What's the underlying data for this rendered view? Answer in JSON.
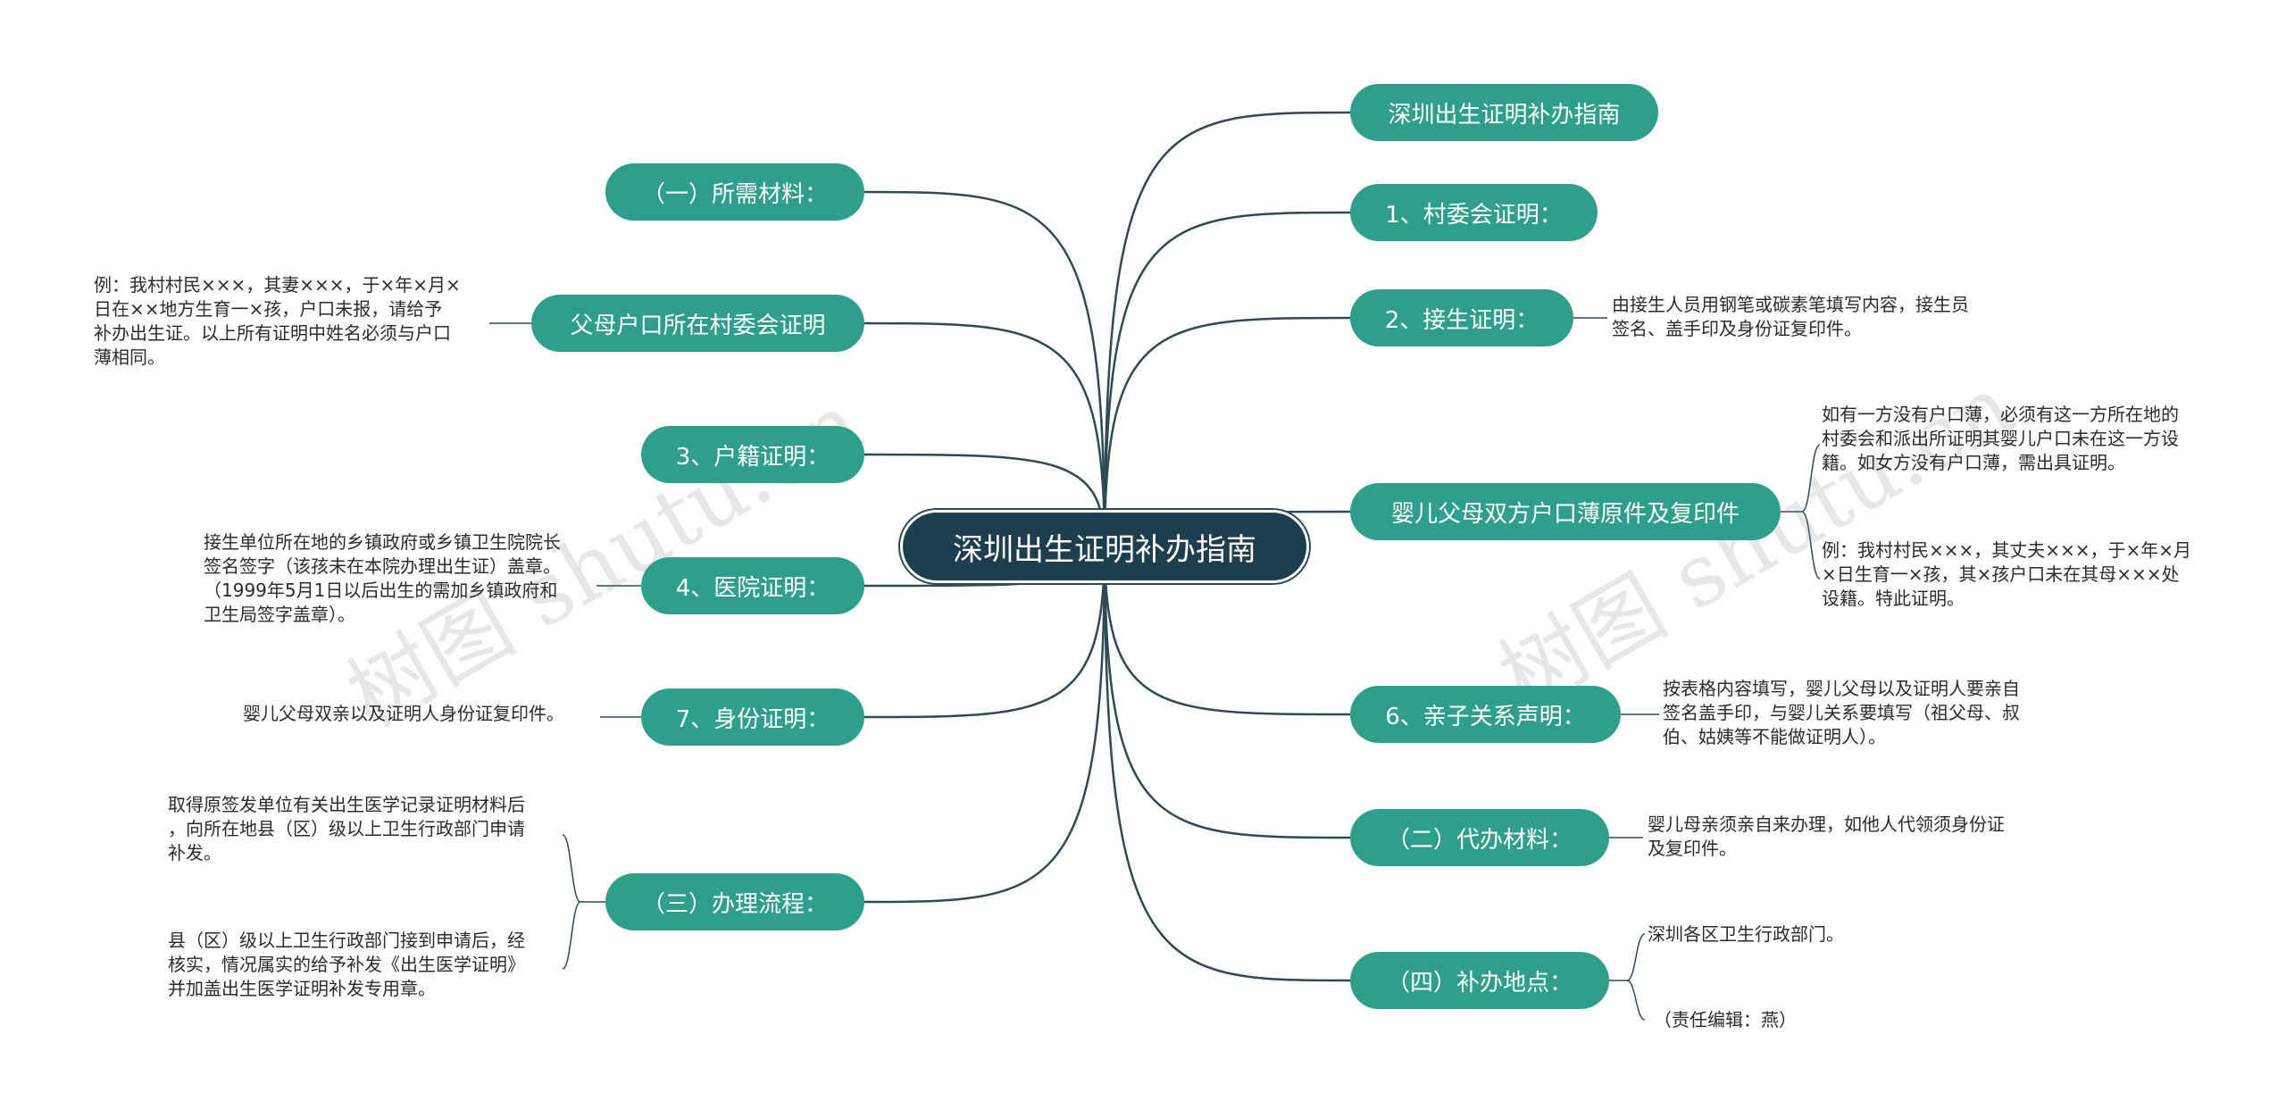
{
  "central": "深圳出生证明补办指南",
  "colors": {
    "root": "#1e3e4e",
    "topic": "#2f9e8c",
    "line": "#2e4a55"
  },
  "left": [
    {
      "label": "（一）所需材料："
    },
    {
      "label": "父母户口所在村委会证明",
      "note": "例：我村村民×××，其妻×××，于×年×月×\n日在××地方生育一×孩，户口未报，请给予\n补办出生证。以上所有证明中姓名必须与户口\n薄相同。"
    },
    {
      "label": "3、户籍证明："
    },
    {
      "label": "4、医院证明：",
      "note": "接生单位所在地的乡镇政府或乡镇卫生院院长\n签名签字（该孩未在本院办理出生证）盖章。\n（1999年5月1日以后出生的需加乡镇政府和\n卫生局签字盖章）。"
    },
    {
      "label": "7、身份证明：",
      "note": "婴儿父母双亲以及证明人身份证复印件。"
    },
    {
      "label": "（三）办理流程：",
      "notes": [
        "取得原签发单位有关出生医学记录证明材料后\n，向所在地县（区）级以上卫生行政部门申请\n补发。",
        "县（区）级以上卫生行政部门接到申请后，经\n核实，情况属实的给予补发《出生医学证明》\n并加盖出生医学证明补发专用章。"
      ]
    }
  ],
  "right": [
    {
      "label": "深圳出生证明补办指南"
    },
    {
      "label": "1、村委会证明："
    },
    {
      "label": "2、接生证明：",
      "note": "由接生人员用钢笔或碳素笔填写内容，接生员\n签名、盖手印及身份证复印件。"
    },
    {
      "label": "婴儿父母双方户口薄原件及复印件",
      "notes": [
        "如有一方没有户口薄，必须有这一方所在地的\n村委会和派出所证明其婴儿户口未在这一方设\n籍。如女方没有户口薄，需出具证明。",
        "例：我村村民×××，其丈夫×××，于×年×月\n×日生育一×孩，其×孩户口未在其母×××处\n设籍。特此证明。"
      ]
    },
    {
      "label": "6、亲子关系声明：",
      "note": "按表格内容填写，婴儿父母以及证明人要亲自\n签名盖手印，与婴儿关系要填写（祖父母、叔\n伯、姑姨等不能做证明人）。"
    },
    {
      "label": "（二）代办材料：",
      "note": "婴儿母亲须亲自来办理，如他人代领须身份证\n及复印件。"
    },
    {
      "label": "（四）补办地点：",
      "notes": [
        "深圳各区卫生行政部门。",
        "（责任编辑：燕）"
      ]
    }
  ],
  "watermarks": [
    "树图 shutu.cn",
    "树图 shutu.cn"
  ]
}
